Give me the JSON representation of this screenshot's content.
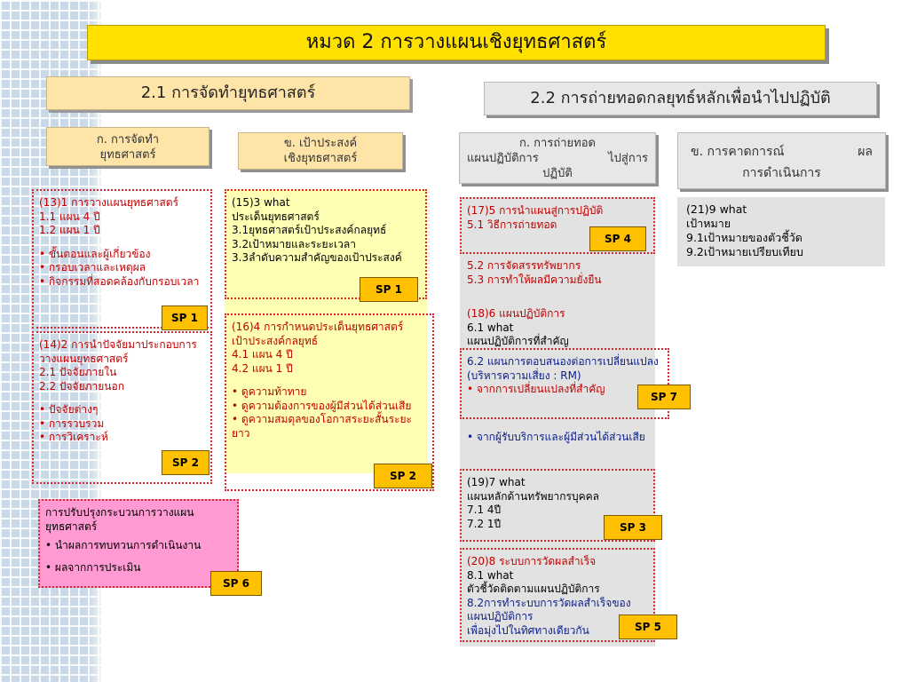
{
  "title": "หมวด 2 การวางแผนเชิงยุทธศาสตร์",
  "section_21": "2.1 การจัดทำยุทธศาสตร์",
  "section_22": "2.2 การถ่ายทอดกลยุทธ์หลักเพื่อนำไปปฏิบัติ",
  "sub_a1": [
    "ก. การจัดทำ",
    "ยุทธศาสตร์"
  ],
  "sub_b1": [
    "ข. เป้าประสงค์",
    "เชิงยุทธศาสตร์"
  ],
  "sub_a2": [
    "ก. การถ่ายทอด",
    "แผนปฏิบัติการ",
    "ไปสู่การ",
    "ปฏิบัติ"
  ],
  "sub_b2": [
    "ข. การคาดการณ์",
    "ผล",
    "การดำเนินการ"
  ],
  "box13": {
    "lines": [
      "(13)1 การวางแผนยุทธศาสตร์",
      "1.1 แผน 4 ปี",
      "1.2 แผน 1 ปี"
    ],
    "bullets": [
      "ขั้นตอนและผู้เกี่ยวข้อง",
      "กรอบเวลาและเหตุผล",
      "กิจกรรมที่สอดคล้องกับกรอบเวลา"
    ]
  },
  "box14": {
    "lines": [
      "(14)2 การนำปัจจัยมาประกอบการวางแผนยุทธศาสตร์",
      "2.1 ปัจจัยภายใน",
      "2.2 ปัจจัยภายนอก"
    ],
    "bullets": [
      "ปัจจัยต่างๆ",
      "การรวบรวม",
      "การวิเคราะห์"
    ]
  },
  "box15": {
    "lines": [
      "(15)3 what",
      "ประเด็นยุทธศาสตร์",
      "3.1ยุทธศาสตร์เป้าประสงค์กลยุทธ์",
      "3.2เป้าหมายและระยะเวลา",
      "3.3ลำดับความสำคัญของเป้าประสงค์"
    ]
  },
  "box16": {
    "lines": [
      "(16)4 การกำหนดประเด็นยุทธศาสตร์เป้าประสงค์กลยุทธ์",
      "4.1 แผน 4 ปี",
      "4.2 แผน 1 ปี"
    ],
    "bullets": [
      "ดูความท้าทาย",
      "ดูความต้องการของผู้มีส่วนได้ส่วนเสีย",
      "ดูความสมดุลของโอกาสระยะสั้นระยะยาว"
    ]
  },
  "box_pink": {
    "lines": [
      "การปรับปรุงกระบวนการวางแผนยุทธศาสตร์"
    ],
    "bullets": [
      "นำผลการทบทวนการดำเนินงาน",
      "ผลจากการประเมิน"
    ]
  },
  "box17": {
    "lines": [
      "(17)5 การนำแผนสู่การปฏิบัติ",
      "5.1 วิธีการถ่ายทอด"
    ],
    "extra": [
      "5.2 การจัดสรรทรัพยากร",
      "5.3 การทำให้ผลมีความยั่งยืน"
    ]
  },
  "box18": {
    "lines": [
      "(18)6 แผนปฏิบัติการ",
      "6.1 what",
      "แผนปฏิบัติการที่สำคัญ"
    ],
    "blue_lines": [
      "6.2 แผนการตอบสนองต่อการเปลี่ยนแปลง (บริหารความเสี่ยง : RM)"
    ],
    "bullet_red": "จากการเปลี่ยนแปลงที่สำคัญ",
    "bullet_blue": "จากผู้รับบริการและผู้มีส่วนได้ส่วนเสีย"
  },
  "box19": {
    "lines": [
      "(19)7  what",
      "แผนหลักด้านทรัพยากรบุคคล",
      "7.1 4ปี",
      "7.2 1ปี"
    ]
  },
  "box20": {
    "red_line": "(20)8 ระบบการวัดผลสำเร็จ",
    "lines": [
      "8.1 what",
      "ตัวชี้วัดติดตามแผนปฏิบัติการ"
    ],
    "blue_lines": [
      "8.2การทำระบบการวัดผลสำเร็จของแผนปฏิบัติการ",
      "เพื่อมุ่งไปในทิศทางเดียวกัน"
    ]
  },
  "box21": {
    "lines": [
      "(21)9  what",
      "เป้าหมาย",
      "9.1เป้าหมายของตัวชี้วัด",
      "9.2เป้าหมายเปรียบเทียบ"
    ]
  },
  "sp": {
    "sp1": "SP 1",
    "sp2": "SP 2",
    "sp3": "SP 3",
    "sp4": "SP 4",
    "sp5": "SP 5",
    "sp6": "SP 6",
    "sp7": "SP 7"
  },
  "colors": {
    "title_bg": "#ffe100",
    "orange_box": "#ffe4a8",
    "gray_box": "#e7e7e7",
    "light_yellow": "#ffff99",
    "pink": "#ff9bd2",
    "sp_tag": "#ffc000",
    "red_text": "#c00000",
    "blue_text": "#0a1e8a"
  }
}
